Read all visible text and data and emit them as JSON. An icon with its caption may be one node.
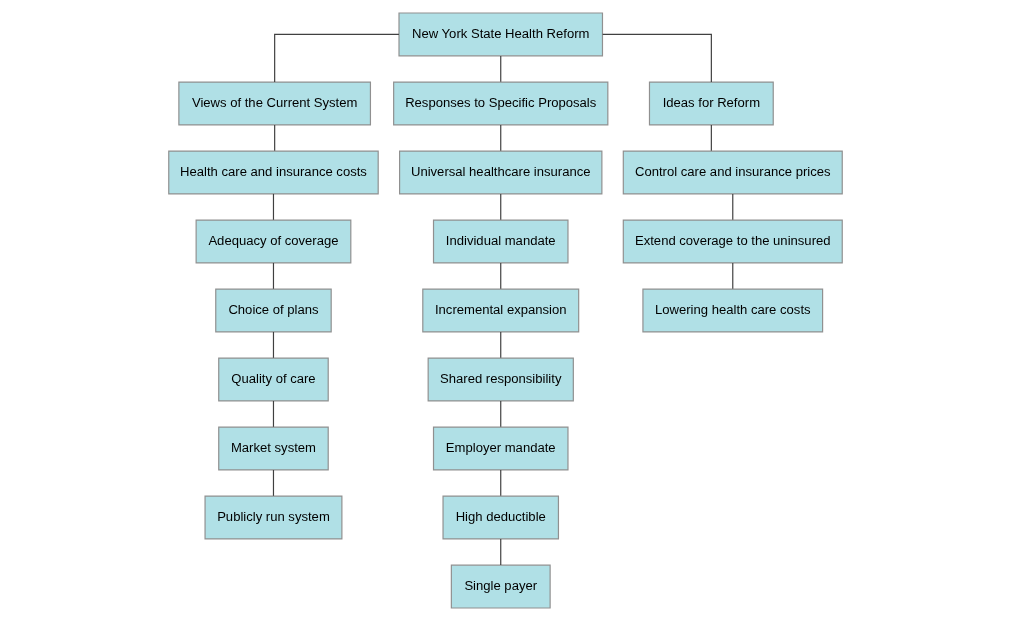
{
  "diagram": {
    "nodes": [
      {
        "text": [
          "New York State Health Reform"
        ]
      },
      {
        "text": [
          "Views of the Current System"
        ]
      },
      {
        "text": [
          "Responses to Specific Proposals"
        ]
      },
      {
        "text": [
          "Ideas for Reform"
        ]
      },
      {
        "text": [
          "Health care and insurance costs"
        ]
      },
      {
        "text": [
          "Adequacy of coverage"
        ]
      },
      {
        "text": [
          "Choice of plans"
        ]
      },
      {
        "text": [
          "Quality of care"
        ]
      },
      {
        "text": [
          "Market system"
        ]
      },
      {
        "text": [
          "Publicly run system"
        ]
      },
      {
        "text": [
          "Universal healthcare insurance"
        ]
      },
      {
        "text": [
          "Individual mandate"
        ]
      },
      {
        "text": [
          "Incremental expansion"
        ]
      },
      {
        "text": [
          "Shared responsibility"
        ]
      },
      {
        "text": [
          "Employer mandate"
        ]
      },
      {
        "text": [
          "High deductible"
        ]
      },
      {
        "text": [
          "Single payer"
        ]
      },
      {
        "text": [
          "Control care and insurance prices"
        ]
      },
      {
        "text": [
          "Extend coverage to the uninsured"
        ]
      },
      {
        "text": [
          "Lowering health care costs"
        ]
      }
    ],
    "edges": [
      {
        "from": 0,
        "to": 1,
        "arrow": "none"
      },
      {
        "from": 0,
        "to": 2,
        "arrow": "none"
      },
      {
        "from": 0,
        "to": 3,
        "arrow": "none"
      },
      {
        "from": 1,
        "to": 4,
        "arrow": "none"
      },
      {
        "from": 4,
        "to": 5,
        "arrow": "none"
      },
      {
        "from": 5,
        "to": 6,
        "arrow": "none"
      },
      {
        "from": 6,
        "to": 7,
        "arrow": "none"
      },
      {
        "from": 7,
        "to": 8,
        "arrow": "none"
      },
      {
        "from": 8,
        "to": 9,
        "arrow": "none"
      },
      {
        "from": 2,
        "to": 10,
        "arrow": "none"
      },
      {
        "from": 10,
        "to": 11,
        "arrow": "none"
      },
      {
        "from": 11,
        "to": 12,
        "arrow": "none"
      },
      {
        "from": 12,
        "to": 13,
        "arrow": "none"
      },
      {
        "from": 13,
        "to": 14,
        "arrow": "none"
      },
      {
        "from": 14,
        "to": 15,
        "arrow": "none"
      },
      {
        "from": 15,
        "to": 16,
        "arrow": "none"
      },
      {
        "from": 3,
        "to": 17,
        "arrow": "none"
      },
      {
        "from": 17,
        "to": 18,
        "arrow": "none"
      },
      {
        "from": 18,
        "to": 19,
        "arrow": "none"
      }
    ]
  }
}
